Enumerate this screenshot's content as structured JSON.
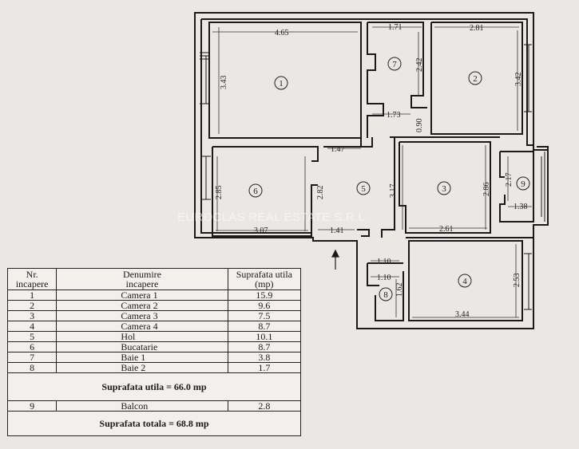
{
  "watermark": "EUROCLAS REAL ESTATE S.R.L.",
  "rooms": [
    {
      "id": "room-1",
      "number": "1"
    },
    {
      "id": "room-2",
      "number": "2"
    },
    {
      "id": "room-3",
      "number": "3"
    },
    {
      "id": "room-4",
      "number": "4"
    },
    {
      "id": "room-5",
      "number": "5"
    },
    {
      "id": "room-6",
      "number": "6"
    },
    {
      "id": "room-7",
      "number": "7"
    },
    {
      "id": "room-8",
      "number": "8"
    },
    {
      "id": "room-9",
      "number": "9"
    }
  ],
  "dimensions": {
    "d1_width": "4.65",
    "d1_height": "3.43",
    "d7_width": "1.71",
    "d7_height": "2.42",
    "d2_width": "2.81",
    "d2_height": "3.42",
    "d7_bottom": "1.73",
    "d_090": "0.90",
    "d_147": "1.47",
    "d6_height": "2.85",
    "d6_inner": "2.82",
    "d6_width": "3.07",
    "d_141": "1.41",
    "d3_left": "3.17",
    "d3_right": "2.86",
    "d3_width": "2.61",
    "d9_height": "2.17",
    "d9_width": "1.38",
    "d8_top": "1.10",
    "d8_mid": "1.10",
    "d8_height": "1.62",
    "d4_height": "2.53",
    "d4_width": "3.44"
  },
  "table": {
    "header_nr": "Nr.\nincapere",
    "header_name": "Denumire\nincapere",
    "header_area": "Suprafata utila\n(mp)",
    "rows": [
      {
        "nr": "1",
        "name": "Camera 1",
        "area": "15.9"
      },
      {
        "nr": "2",
        "name": "Camera 2",
        "area": "9.6"
      },
      {
        "nr": "3",
        "name": "Camera 3",
        "area": "7.5"
      },
      {
        "nr": "4",
        "name": "Camera 4",
        "area": "8.7"
      },
      {
        "nr": "5",
        "name": "Hol",
        "area": "10.1"
      },
      {
        "nr": "6",
        "name": "Bucatarie",
        "area": "8.7"
      },
      {
        "nr": "7",
        "name": "Baie 1",
        "area": "3.8"
      },
      {
        "nr": "8",
        "name": "Baie 2",
        "area": "1.7"
      }
    ],
    "useful_total": "Suprafata utila = 66.0 mp",
    "balcony": {
      "nr": "9",
      "name": "Balcon",
      "area": "2.8"
    },
    "grand_total": "Suprafata totala = 68.8 mp"
  }
}
